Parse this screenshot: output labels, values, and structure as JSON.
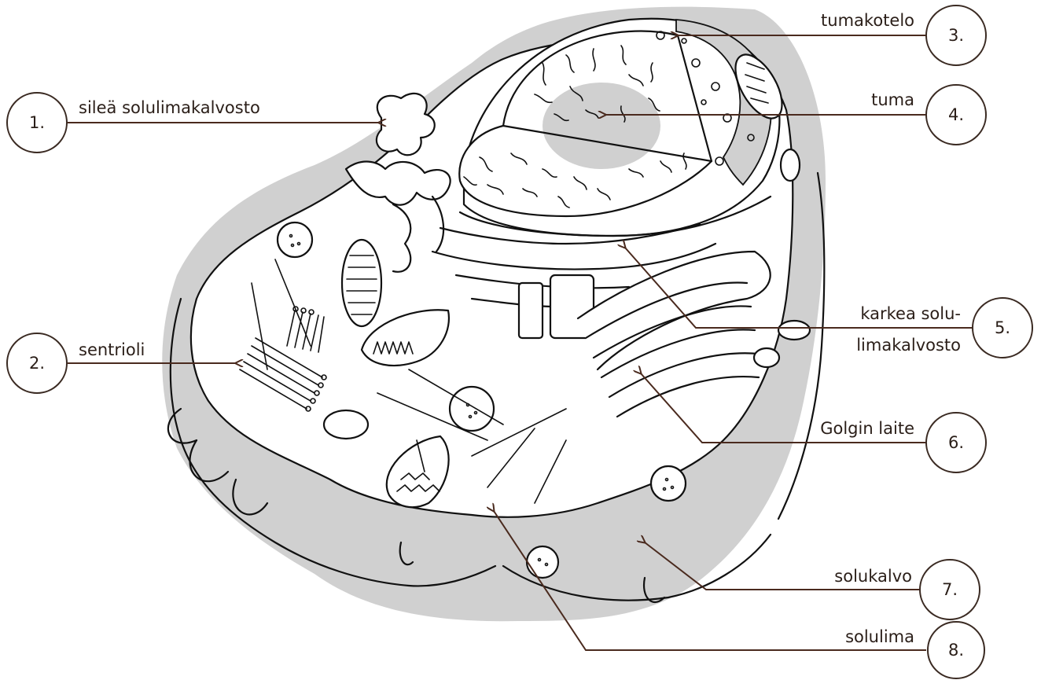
{
  "labels": [
    {
      "id": "1",
      "number": "1.",
      "text": "sileä solulimakalvosto"
    },
    {
      "id": "2",
      "number": "2.",
      "text": "sentrioli"
    },
    {
      "id": "3",
      "number": "3.",
      "text": "tumakotelo"
    },
    {
      "id": "4",
      "number": "4.",
      "text": "tuma"
    },
    {
      "id": "5",
      "number": "5.",
      "text_line1": "karkea solu-",
      "text_line2": "limakalvosto"
    },
    {
      "id": "6",
      "number": "6.",
      "text": "Golgin laite"
    },
    {
      "id": "7",
      "number": "7.",
      "text": "solukalvo"
    },
    {
      "id": "8",
      "number": "8.",
      "text": "solulima"
    }
  ],
  "colors": {
    "outline": "#111111",
    "shade": "#d0d0d0",
    "leader": "#4a2a1e",
    "background": "#ffffff"
  }
}
